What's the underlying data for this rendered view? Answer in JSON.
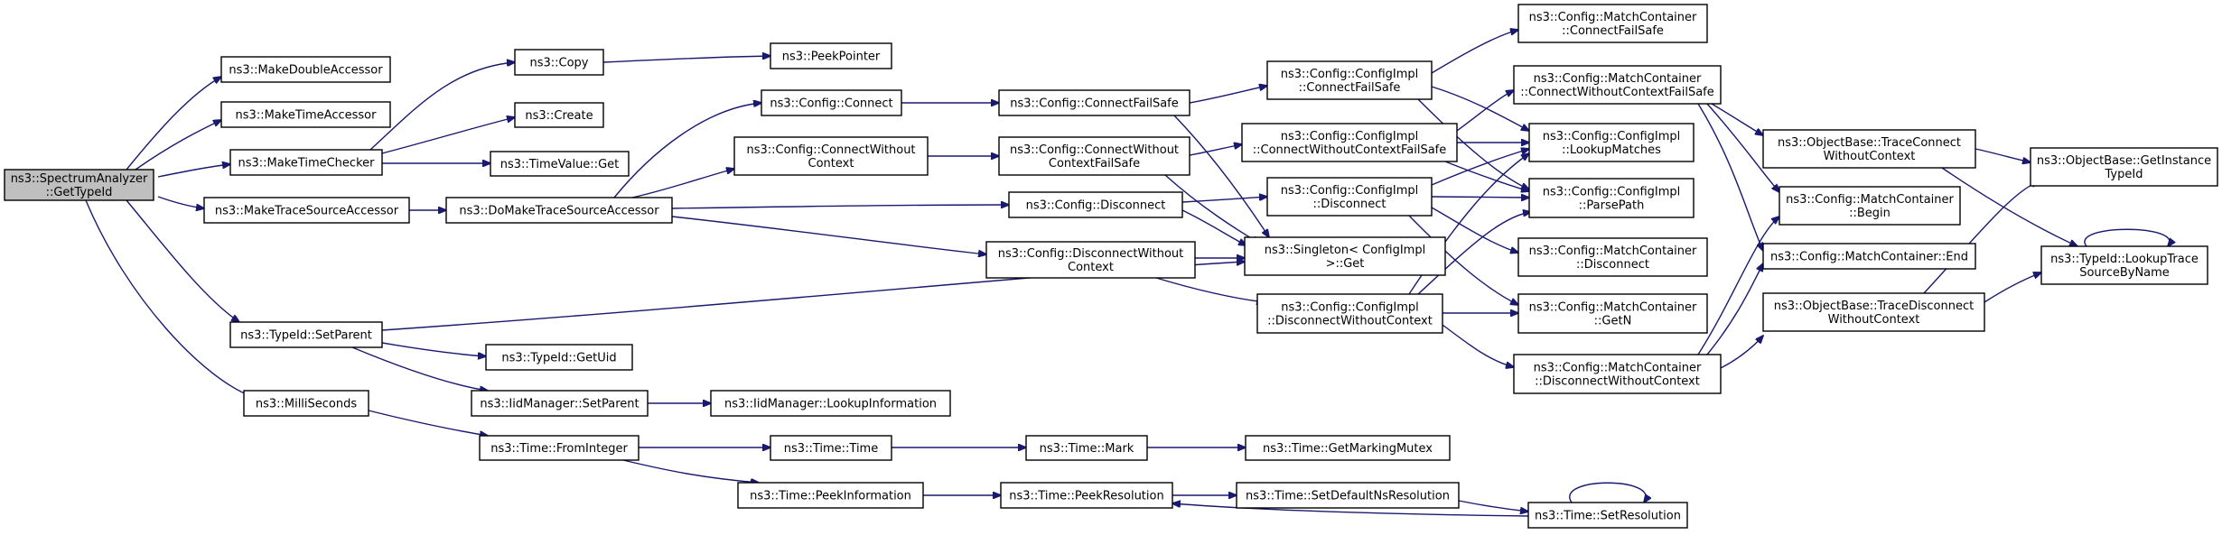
{
  "nodes": [
    {
      "id": "root",
      "lines": [
        "ns3::SpectrumAnalyzer",
        "::GetTypeId"
      ],
      "root": true
    },
    {
      "id": "mkdouble",
      "lines": [
        "ns3::MakeDoubleAccessor"
      ]
    },
    {
      "id": "mktimeacc",
      "lines": [
        "ns3::MakeTimeAccessor"
      ]
    },
    {
      "id": "mktimechk",
      "lines": [
        "ns3::MakeTimeChecker"
      ]
    },
    {
      "id": "mktrace",
      "lines": [
        "ns3::MakeTraceSourceAccessor"
      ]
    },
    {
      "id": "setparent",
      "lines": [
        "ns3::TypeId::SetParent"
      ]
    },
    {
      "id": "millis",
      "lines": [
        "ns3::MilliSeconds"
      ]
    },
    {
      "id": "copy",
      "lines": [
        "ns3::Copy"
      ]
    },
    {
      "id": "create",
      "lines": [
        "ns3::Create"
      ]
    },
    {
      "id": "timevalueget",
      "lines": [
        "ns3::TimeValue::Get"
      ]
    },
    {
      "id": "peekpointer",
      "lines": [
        "ns3::PeekPointer"
      ]
    },
    {
      "id": "domaketrace",
      "lines": [
        "ns3::DoMakeTraceSourceAccessor"
      ]
    },
    {
      "id": "getuid",
      "lines": [
        "ns3::TypeId::GetUid"
      ]
    },
    {
      "id": "iidsetparent",
      "lines": [
        "ns3::IidManager::SetParent"
      ]
    },
    {
      "id": "iidlookup",
      "lines": [
        "ns3::IidManager::LookupInformation"
      ]
    },
    {
      "id": "frominteger",
      "lines": [
        "ns3::Time::FromInteger"
      ]
    },
    {
      "id": "timetime",
      "lines": [
        "ns3::Time::Time"
      ]
    },
    {
      "id": "peekinfo",
      "lines": [
        "ns3::Time::PeekInformation"
      ]
    },
    {
      "id": "mark",
      "lines": [
        "ns3::Time::Mark"
      ]
    },
    {
      "id": "getmarkingmutex",
      "lines": [
        "ns3::Time::GetMarkingMutex"
      ]
    },
    {
      "id": "peekres",
      "lines": [
        "ns3::Time::PeekResolution"
      ]
    },
    {
      "id": "setdefaultns",
      "lines": [
        "ns3::Time::SetDefaultNsResolution"
      ]
    },
    {
      "id": "setres",
      "lines": [
        "ns3::Time::SetResolution"
      ]
    },
    {
      "id": "cfgconnect",
      "lines": [
        "ns3::Config::Connect"
      ]
    },
    {
      "id": "cfgconnectwoctx",
      "lines": [
        "ns3::Config::ConnectWithout",
        "Context"
      ]
    },
    {
      "id": "cfgdisconnect",
      "lines": [
        "ns3::Config::Disconnect"
      ]
    },
    {
      "id": "cfgdisconnectwoctx",
      "lines": [
        "ns3::Config::DisconnectWithout",
        "Context"
      ]
    },
    {
      "id": "cfgconnectfs",
      "lines": [
        "ns3::Config::ConnectFailSafe"
      ]
    },
    {
      "id": "cfgconnectwoctxfs",
      "lines": [
        "ns3::Config::ConnectWithout",
        "ContextFailSafe"
      ]
    },
    {
      "id": "implconnectfs",
      "lines": [
        "ns3::Config::ConfigImpl",
        "::ConnectFailSafe"
      ]
    },
    {
      "id": "implconnectwoctxfs",
      "lines": [
        "ns3::Config::ConfigImpl",
        "::ConnectWithoutContextFailSafe"
      ]
    },
    {
      "id": "impldisconnect",
      "lines": [
        "ns3::Config::ConfigImpl",
        "::Disconnect"
      ]
    },
    {
      "id": "singleton",
      "lines": [
        "ns3::Singleton< ConfigImpl",
        ">::Get"
      ]
    },
    {
      "id": "impldisconnectwoctx",
      "lines": [
        "ns3::Config::ConfigImpl",
        "::DisconnectWithoutContext"
      ]
    },
    {
      "id": "mcconnectfs",
      "lines": [
        "ns3::Config::MatchContainer",
        "::ConnectFailSafe"
      ]
    },
    {
      "id": "mcconnectwoctxfs",
      "lines": [
        "ns3::Config::MatchContainer",
        "::ConnectWithoutContextFailSafe"
      ]
    },
    {
      "id": "lookupmatches",
      "lines": [
        "ns3::Config::ConfigImpl",
        "::LookupMatches"
      ]
    },
    {
      "id": "parsepath",
      "lines": [
        "ns3::Config::ConfigImpl",
        "::ParsePath"
      ]
    },
    {
      "id": "mcdisconnect",
      "lines": [
        "ns3::Config::MatchContainer",
        "::Disconnect"
      ]
    },
    {
      "id": "mcgetn",
      "lines": [
        "ns3::Config::MatchContainer",
        "::GetN"
      ]
    },
    {
      "id": "mcdisconnectwoctx",
      "lines": [
        "ns3::Config::MatchContainer",
        "::DisconnectWithoutContext"
      ]
    },
    {
      "id": "obtraceconnectwoctx",
      "lines": [
        "ns3::ObjectBase::TraceConnect",
        "WithoutContext"
      ]
    },
    {
      "id": "mcbegin",
      "lines": [
        "ns3::Config::MatchContainer",
        "::Begin"
      ]
    },
    {
      "id": "mcend",
      "lines": [
        "ns3::Config::MatchContainer::End"
      ]
    },
    {
      "id": "obtracedisconnectwoctx",
      "lines": [
        "ns3::ObjectBase::TraceDisconnect",
        "WithoutContext"
      ]
    },
    {
      "id": "obgetinstance",
      "lines": [
        "ns3::ObjectBase::GetInstance",
        "TypeId"
      ]
    },
    {
      "id": "typeidlookup",
      "lines": [
        "ns3::TypeId::LookupTrace",
        "SourceByName"
      ]
    }
  ]
}
